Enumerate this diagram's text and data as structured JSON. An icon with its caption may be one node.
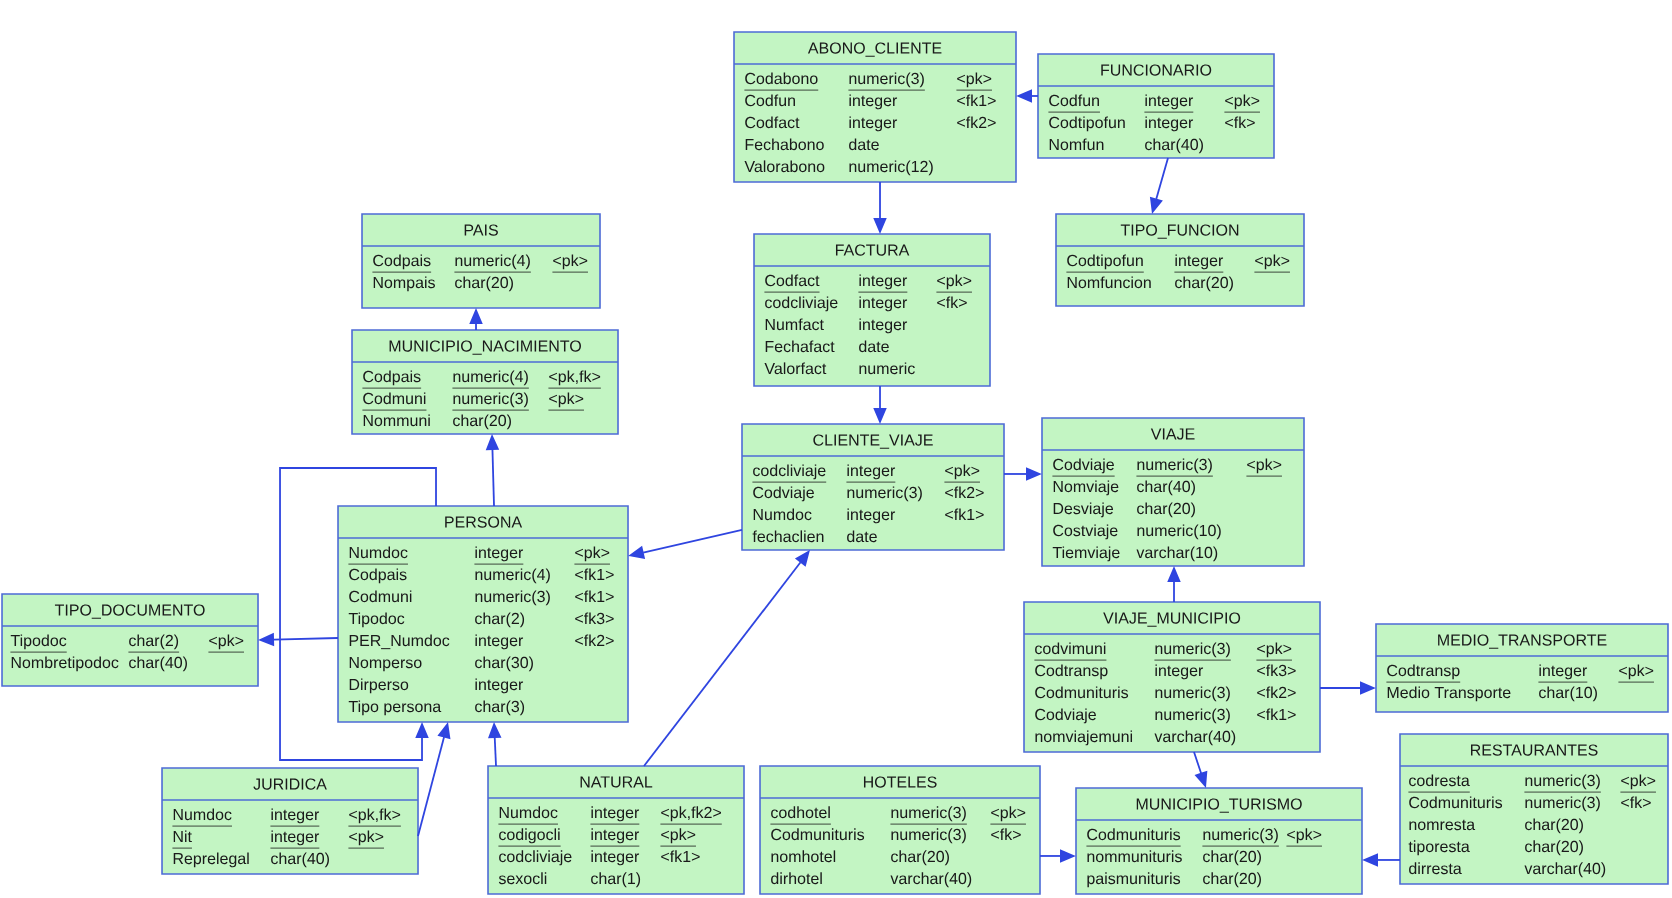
{
  "diagram": {
    "nodes": [
      {
        "text": [
          "ABONO_CLIENTE",
          "Codabono",
          "numeric(3)",
          "<pk>",
          "Codfun",
          "integer",
          "<fk1>",
          "Codfact",
          "integer",
          "<fk2>",
          "Fechabono",
          "date",
          "Valorabono",
          "numeric(12)"
        ]
      },
      {
        "text": [
          "FUNCIONARIO",
          "Codfun",
          "integer",
          "<pk>",
          "Codtipofun",
          "integer",
          "<fk>",
          "Nomfun",
          "char(40)"
        ]
      },
      {
        "text": [
          "PAIS",
          "Codpais",
          "numeric(4)",
          "<pk>",
          "Nompais",
          "char(20)"
        ]
      },
      {
        "text": [
          "FACTURA",
          "Codfact",
          "integer",
          "<pk>",
          "codcliviaje",
          "integer",
          "<fk>",
          "Numfact",
          "integer",
          "Fechafact",
          "date",
          "Valorfact",
          "numeric"
        ]
      },
      {
        "text": [
          "TIPO_FUNCION",
          "Codtipofun",
          "integer",
          "<pk>",
          "Nomfuncion",
          "char(20)"
        ]
      },
      {
        "text": [
          "MUNICIPIO_NACIMIENTO",
          "Codpais",
          "numeric(4)",
          "<pk,fk>",
          "Codmuni",
          "numeric(3)",
          "<pk>",
          "Nommuni",
          "char(20)"
        ]
      },
      {
        "text": [
          "CLIENTE_VIAJE",
          "codcliviaje",
          "integer",
          "<pk>",
          "Codviaje",
          "numeric(3)",
          "<fk2>",
          "Numdoc",
          "integer",
          "<fk1>",
          "fechaclien",
          "date"
        ]
      },
      {
        "text": [
          "VIAJE",
          "Codviaje",
          "numeric(3)",
          "<pk>",
          "Nomviaje",
          "char(40)",
          "Desviaje",
          "char(20)",
          "Costviaje",
          "numeric(10)",
          "Tiemviaje",
          "varchar(10)"
        ]
      },
      {
        "text": [
          "PERSONA",
          "Numdoc",
          "integer",
          "<pk>",
          "Codpais",
          "numeric(4)",
          "<fk1>",
          "Codmuni",
          "numeric(3)",
          "<fk1>",
          "Tipodoc",
          "char(2)",
          "<fk3>",
          "PER_Numdoc",
          "integer",
          "<fk2>",
          "Nomperso",
          "char(30)",
          "Dirperso",
          "integer",
          "Tipo persona",
          "char(3)"
        ]
      },
      {
        "text": [
          "TIPO_DOCUMENTO",
          "Tipodoc",
          "char(2)",
          "<pk>",
          "Nombretipodoc",
          "char(40)"
        ]
      },
      {
        "text": [
          "VIAJE_MUNICIPIO",
          "codvimuni",
          "numeric(3)",
          "<pk>",
          "Codtransp",
          "integer",
          "<fk3>",
          "Codmunituris",
          "numeric(3)",
          "<fk2>",
          "Codviaje",
          "numeric(3)",
          "<fk1>",
          "nomviajemuni",
          "varchar(40)"
        ]
      },
      {
        "text": [
          "MEDIO_TRANSPORTE",
          "Codtransp",
          "integer",
          "<pk>",
          "Medio Transporte",
          "char(10)"
        ]
      },
      {
        "text": [
          "JURIDICA",
          "Numdoc",
          "integer",
          "<pk,fk>",
          "Nit",
          "integer",
          "<pk>",
          "Reprelegal",
          "char(40)"
        ]
      },
      {
        "text": [
          "NATURAL",
          "Numdoc",
          "integer",
          "<pk,fk2>",
          "codigocli",
          "integer",
          "<pk>",
          "codcliviaje",
          "integer",
          "<fk1>",
          "sexocli",
          "char(1)"
        ]
      },
      {
        "text": [
          "HOTELES",
          "codhotel",
          "numeric(3)",
          "<pk>",
          "Codmunituris",
          "numeric(3)",
          "<fk>",
          "nomhotel",
          "char(20)",
          "dirhotel",
          "varchar(40)"
        ]
      },
      {
        "text": [
          "MUNICIPIO_TURISMO",
          "Codmunituris",
          "numeric(3)",
          "<pk>",
          "nommunituris",
          "char(20)",
          "paismunituris",
          "char(20)"
        ]
      },
      {
        "text": [
          "RESTAURANTES",
          "codresta",
          "numeric(3)",
          "<pk>",
          "Codmunituris",
          "numeric(3)",
          "<fk>",
          "nomresta",
          "char(20)",
          "tiporesta",
          "char(20)",
          "dirresta",
          "varchar(40)"
        ]
      }
    ],
    "edges": [
      {
        "from": 0,
        "to": 3,
        "arrow": "to"
      },
      {
        "from": 1,
        "to": 0,
        "arrow": "to"
      },
      {
        "from": 1,
        "to": 4,
        "arrow": "to"
      },
      {
        "from": 3,
        "to": 6,
        "arrow": "to"
      },
      {
        "from": 6,
        "to": 8,
        "arrow": "to"
      },
      {
        "from": 6,
        "to": 7,
        "arrow": "to"
      },
      {
        "from": 5,
        "to": 2,
        "arrow": "to"
      },
      {
        "from": 8,
        "to": 5,
        "arrow": "to"
      },
      {
        "from": 8,
        "to": 9,
        "arrow": "to"
      },
      {
        "from": 8,
        "to": 8,
        "arrow": "to"
      },
      {
        "from": 12,
        "to": 8,
        "arrow": "to"
      },
      {
        "from": 13,
        "to": 8,
        "arrow": "to"
      },
      {
        "from": 13,
        "to": 6,
        "arrow": "to"
      },
      {
        "from": 10,
        "to": 7,
        "arrow": "to"
      },
      {
        "from": 10,
        "to": 11,
        "arrow": "to"
      },
      {
        "from": 10,
        "to": 15,
        "arrow": "to"
      },
      {
        "from": 14,
        "to": 15,
        "arrow": "to"
      },
      {
        "from": 16,
        "to": 15,
        "arrow": "to"
      }
    ]
  }
}
